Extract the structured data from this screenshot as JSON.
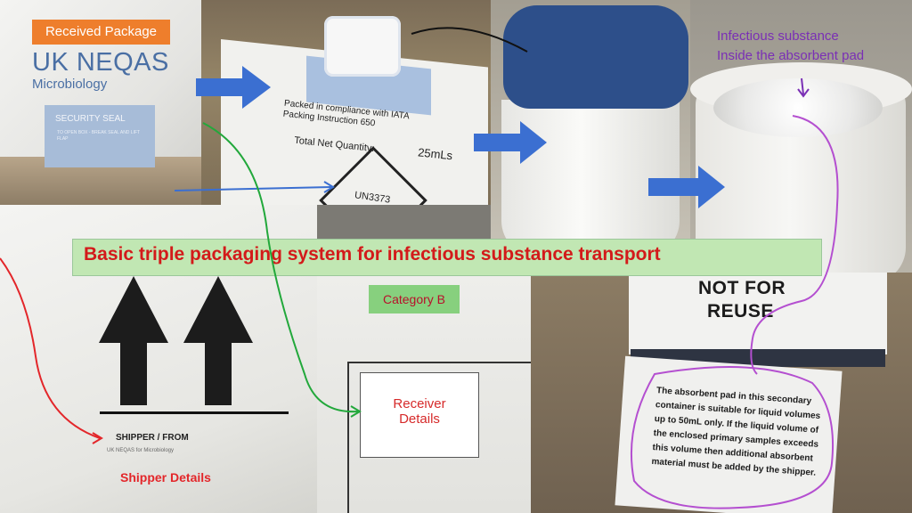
{
  "title": "Basic triple packaging system for infectious substance transport",
  "received_package": {
    "tag": "Received Package",
    "brand": "UK NEQAS",
    "subtitle": "Microbiology",
    "seal_title": "SECURITY SEAL",
    "seal_text": "TO OPEN BOX - BREAK SEAL AND LIFT FLAP"
  },
  "outer_box": {
    "iata_line1": "Packed in compliance with IATA",
    "iata_line2": "Packing Instruction 650",
    "quantity_label": "Total Net Quantity:",
    "quantity_value": "25mLs",
    "un_code": "UN3373"
  },
  "secondary": {
    "callout_line1": "Infectious substance",
    "callout_line2": "Inside the absorbent pad"
  },
  "shipper": {
    "heading": "SHIPPER / FROM",
    "org": "UK NEQAS for Microbiology",
    "label": "Shipper Details"
  },
  "category": {
    "badge": "Category B",
    "receiver_line1": "Receiver",
    "receiver_line2": "Details"
  },
  "reuse": {
    "line1": "NOT FOR",
    "line2": "REUSE",
    "notice": "The absorbent pad in this secondary container is suitable for liquid volumes up to 50mL only. If the liquid volume of the enclosed primary samples exceeds this volume then additional absorbent material must be added by the shipper."
  },
  "colors": {
    "banner_bg": "#c1e7b3",
    "banner_text": "#d31a1a",
    "arrow_blue": "#3b6fd1",
    "callout_purple": "#7a2fb5",
    "tag_orange": "#ee7e2c"
  }
}
